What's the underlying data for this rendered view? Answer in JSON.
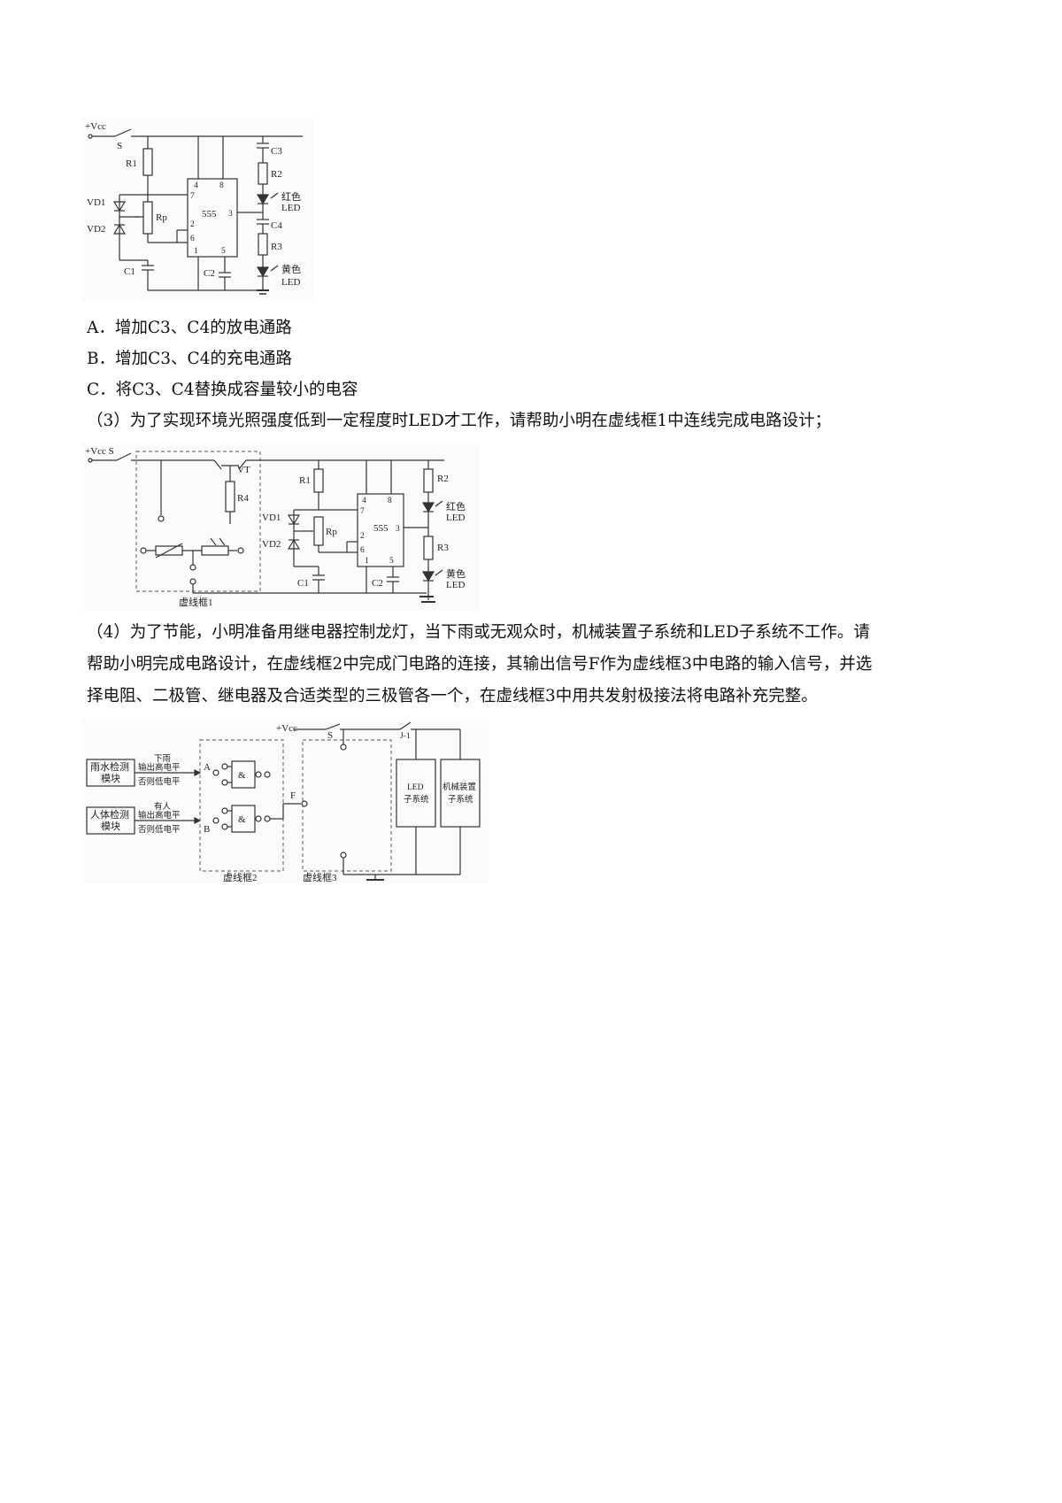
{
  "fig1": {
    "vcc": "+Vcc",
    "s": "S",
    "r1": "R1",
    "rp": "Rp",
    "vd1": "VD1",
    "vd2": "VD2",
    "c1": "C1",
    "c2": "C2",
    "c3": "C3",
    "c4": "C4",
    "r2": "R2",
    "r3": "R3",
    "ic": "555",
    "pin4": "4",
    "pin8": "8",
    "pin7": "7",
    "pin3": "3",
    "pin2": "2",
    "pin6": "6",
    "pin1": "1",
    "pin5": "5",
    "red_led_1": "红色",
    "red_led_2": "LED",
    "yellow_led_1": "黄色",
    "yellow_led_2": "LED"
  },
  "options": {
    "a": "A．增加C3、C4的放电通路",
    "b": "B．增加C3、C4的充电通路",
    "c": "C．将C3、C4替换成容量较小的电容"
  },
  "q3": "（3）为了实现环境光照强度低到一定程度时LED才工作，请帮助小明在虚线框1中连线完成电路设计；",
  "fig2": {
    "vcc": "+Vcc S",
    "vt": "VT",
    "r4": "R4",
    "r1": "R1",
    "rp": "Rp",
    "vd1": "VD1",
    "vd2": "VD2",
    "c1": "C1",
    "c2": "C2",
    "r2": "R2",
    "r3": "R3",
    "ic": "555",
    "pin4": "4",
    "pin8": "8",
    "pin7": "7",
    "pin2": "2",
    "pin3": "3",
    "pin6": "6",
    "pin1": "1",
    "pin5": "5",
    "red_led_1": "红色",
    "red_led_2": "LED",
    "yellow_led_1": "黄色",
    "yellow_led_2": "LED",
    "frame1": "虚线框1"
  },
  "q4": {
    "line1": "（4）为了节能，小明准备用继电器控制龙灯，当下雨或无观众时，机械装置子系统和LED子系统不工作。请",
    "line2": "帮助小明完成电路设计，在虚线框2中完成门电路的连接，其输出信号F作为虚线框3中电路的输入信号，并选",
    "line3": "择电阻、二极管、继电器及合适类型的三极管各一个，在虚线框3中用共发射极接法将电路补充完整。"
  },
  "fig3": {
    "rain_1": "雨水检测",
    "rain_2": "模块",
    "body_1": "人体检测",
    "body_2": "模块",
    "rain_note_1": "下雨",
    "rain_note_2": "输出高电平",
    "rain_note_3": "否则低电平",
    "body_note_1": "有人",
    "body_note_2": "输出高电平",
    "body_note_3": "否则低电平",
    "a": "A",
    "b": "B",
    "f": "F",
    "and": "&",
    "vcc": "+Vcc",
    "s": "S",
    "j1": "J-1",
    "led_1": "LED",
    "led_2": "子系统",
    "mech_1": "机械装置",
    "mech_2": "子系统",
    "frame2": "虚线框2",
    "frame3": "虚线框3"
  }
}
